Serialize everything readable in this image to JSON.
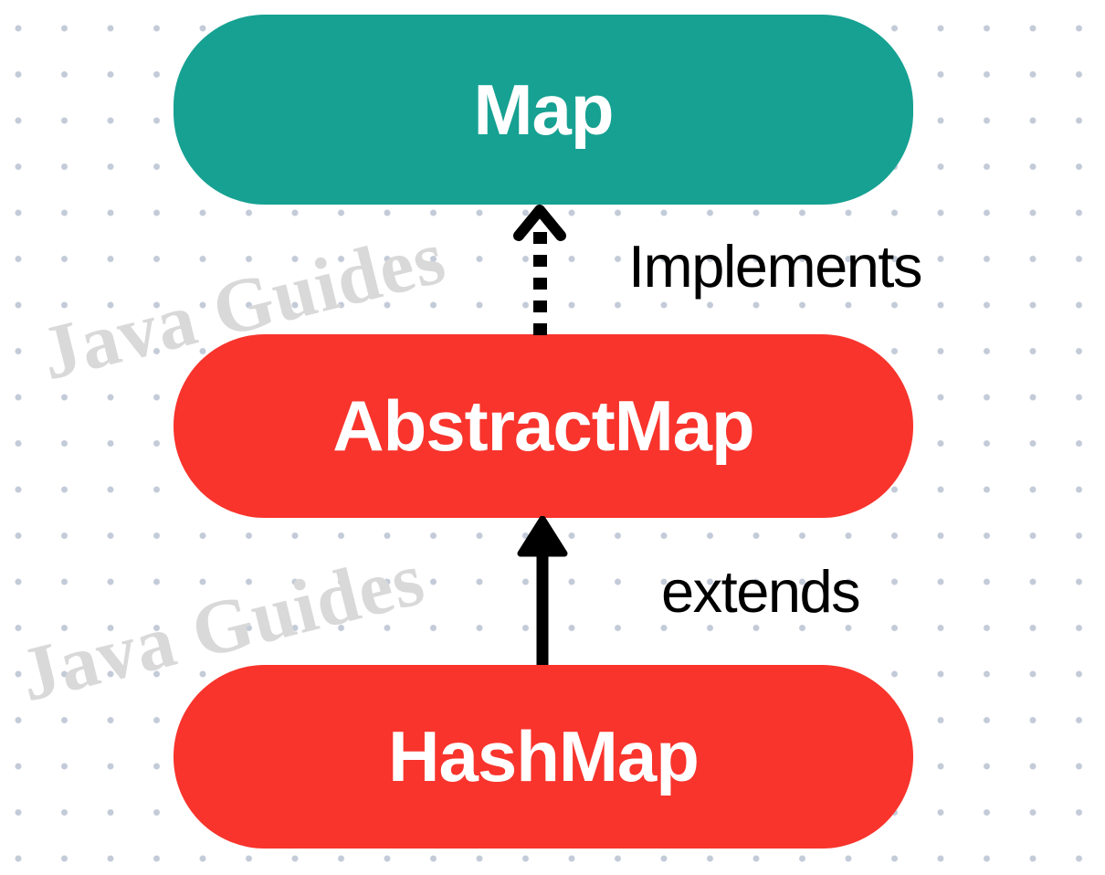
{
  "canvas": {
    "background": "#ffffff",
    "dot_color": "#c3cbd8"
  },
  "watermark": {
    "text": "Java Guides",
    "color": "#d9d9d9"
  },
  "nodes": [
    {
      "id": "map",
      "label": "Map",
      "fill": "#16a192",
      "text_color": "#ffffff"
    },
    {
      "id": "abstractmap",
      "label": "AbstractMap",
      "fill": "#f8342c",
      "text_color": "#ffffff"
    },
    {
      "id": "hashmap",
      "label": "HashMap",
      "fill": "#f8342c",
      "text_color": "#ffffff"
    }
  ],
  "edges": [
    {
      "from": "AbstractMap",
      "to": "Map",
      "label": "Implements",
      "style": "dashed",
      "color": "#000000"
    },
    {
      "from": "HashMap",
      "to": "AbstractMap",
      "label": "extends",
      "style": "solid",
      "color": "#000000"
    }
  ]
}
